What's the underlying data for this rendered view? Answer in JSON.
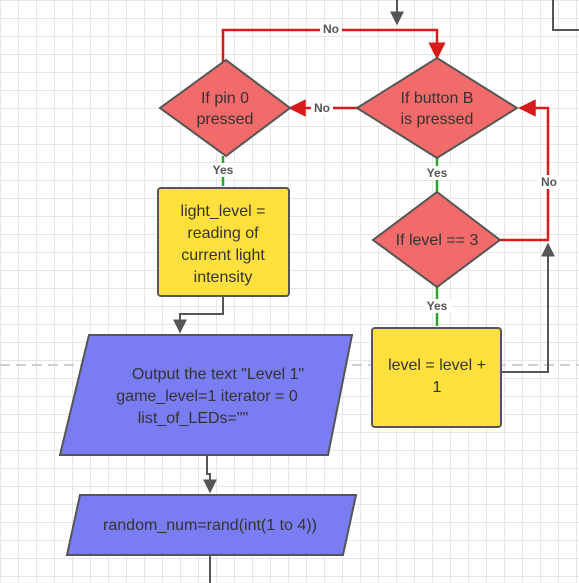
{
  "nodes": {
    "pin0": {
      "line1": "If pin 0",
      "line2": "pressed"
    },
    "buttonB": {
      "line1": "If button B",
      "line2": "is pressed"
    },
    "level3": {
      "line1": "If level == 3"
    },
    "lightLevel": {
      "line1": "light_level =",
      "line2": "reading of",
      "line3": "current light",
      "line4": "intensity"
    },
    "increment": {
      "line1": "level = level +",
      "line2": "1"
    },
    "output": {
      "line1": "Output the text \"Level 1\"",
      "line2": "game_level=1 iterator = 0",
      "line3": "list_of_LEDs=\"\""
    },
    "random": {
      "line1": "random_num=rand(int(1 to 4))"
    }
  },
  "edges": {
    "no": "No",
    "yes": "Yes"
  },
  "colors": {
    "decision": "#f26b6b",
    "process": "#ffe03d",
    "io": "#7a7cf2",
    "no_line": "#d71b1b",
    "yes_line": "#2aa32a",
    "plain_line": "#555555"
  }
}
